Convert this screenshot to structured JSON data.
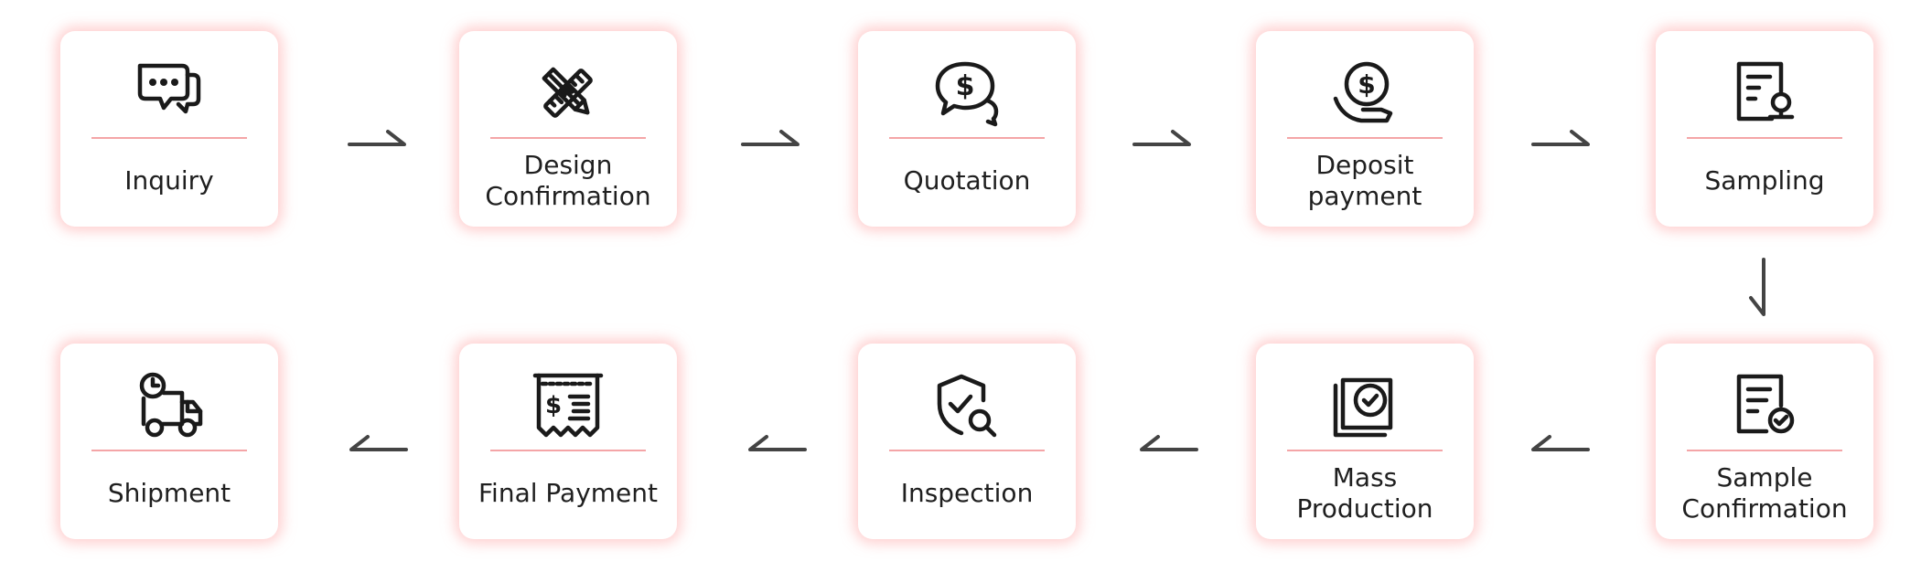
{
  "steps": [
    {
      "label": "Inquiry",
      "icon": "chat-bubbles-icon"
    },
    {
      "label": "Design Confirmation",
      "icon": "pencil-ruler-icon"
    },
    {
      "label": "Quotation",
      "icon": "dollar-speech-bubble-icon"
    },
    {
      "label": "Deposit payment",
      "icon": "hand-coin-icon"
    },
    {
      "label": "Sampling",
      "icon": "document-stamp-icon"
    },
    {
      "label": "Sample Confirmation",
      "icon": "document-check-icon"
    },
    {
      "label": "Mass Production",
      "icon": "stacked-layers-check-icon"
    },
    {
      "label": "Inspection",
      "icon": "shield-magnifier-icon"
    },
    {
      "label": "Final Payment",
      "icon": "receipt-icon"
    },
    {
      "label": "Shipment",
      "icon": "delivery-truck-clock-icon"
    }
  ],
  "colors": {
    "card_glow": "#ffaaaa",
    "divider": "#f4a5a7",
    "arrow": "#444444",
    "text": "#1f1f1f",
    "icon": "#1a1a1a"
  }
}
